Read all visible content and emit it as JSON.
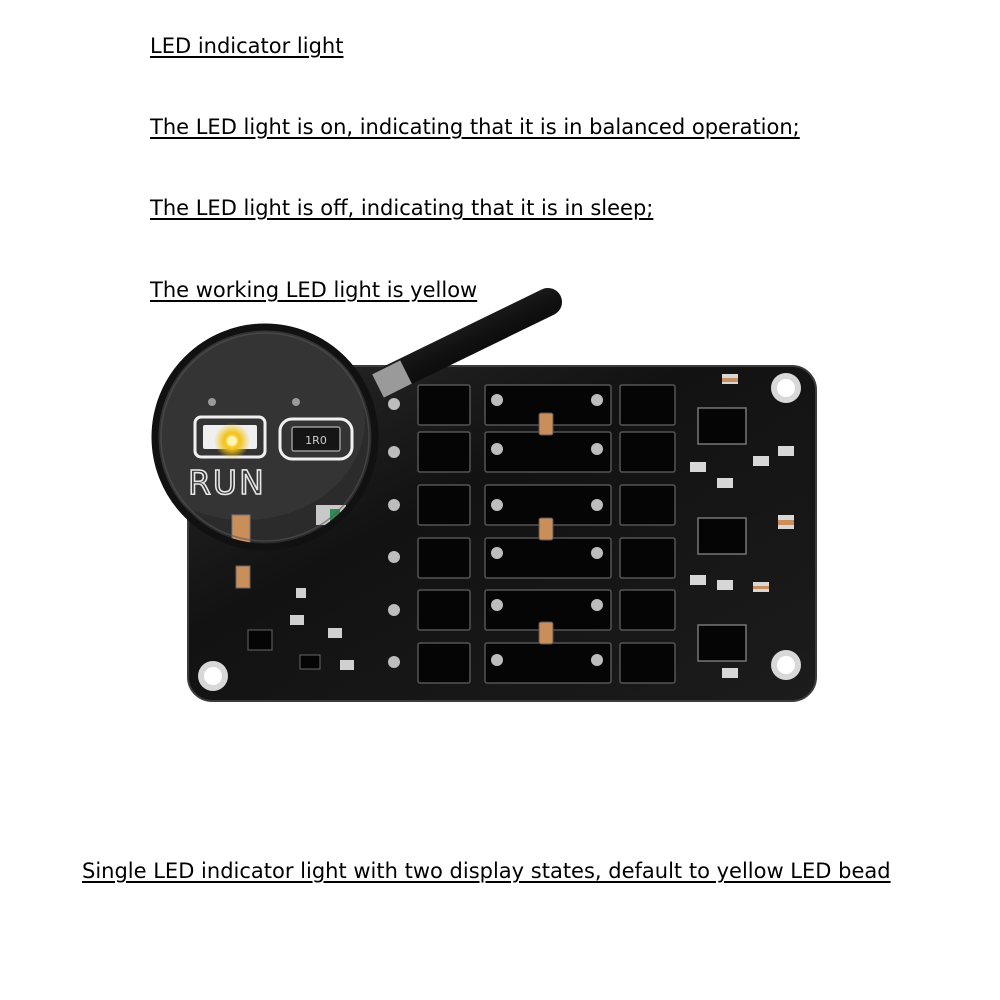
{
  "texts": {
    "heading": "LED indicator light",
    "on_state": "The LED light is on, indicating that it is in balanced operation;",
    "off_state": "The LED light is off, indicating that it is in sleep;",
    "color_note": "The working LED light is yellow",
    "caption": "Single LED indicator light with two display states, default to yellow LED bead"
  },
  "board": {
    "silkscreen_label": "RUN",
    "resistor_marking": "1R0",
    "led_color": "#f3c318",
    "board_color": "#121212",
    "icons": [
      "magnifier-icon",
      "pcb-board-image",
      "yellow-led-icon"
    ]
  }
}
